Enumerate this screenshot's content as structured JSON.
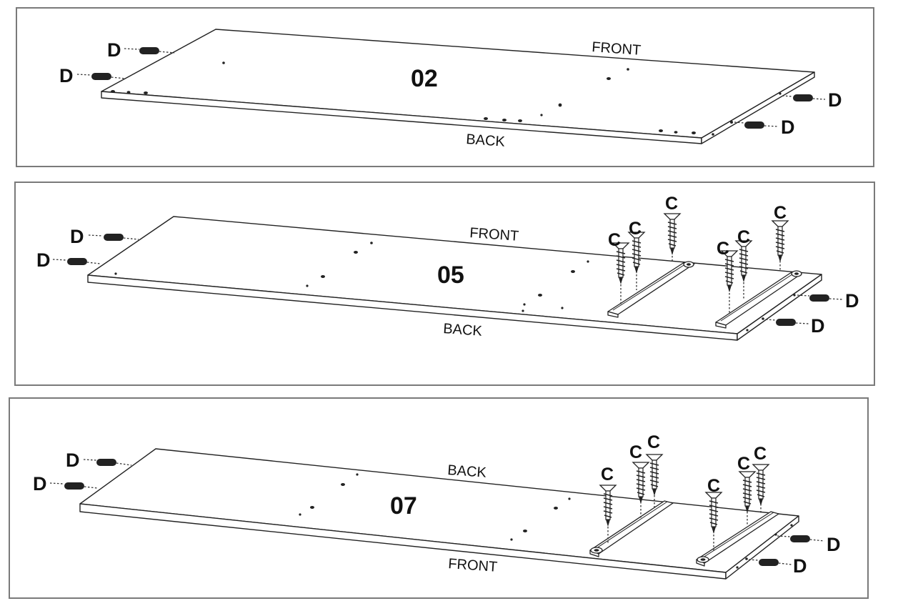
{
  "panels": [
    {
      "number": "02",
      "side_top": "FRONT",
      "side_bottom": "BACK",
      "dowel_label": "D",
      "screw_label": ""
    },
    {
      "number": "05",
      "side_top": "FRONT",
      "side_bottom": "BACK",
      "dowel_label": "D",
      "screw_label": "C"
    },
    {
      "number": "07",
      "side_top": "BACK",
      "side_bottom": "FRONT",
      "dowel_label": "D",
      "screw_label": "C"
    }
  ],
  "colors": {
    "frame": "#7a7a7a",
    "line": "#222222"
  }
}
